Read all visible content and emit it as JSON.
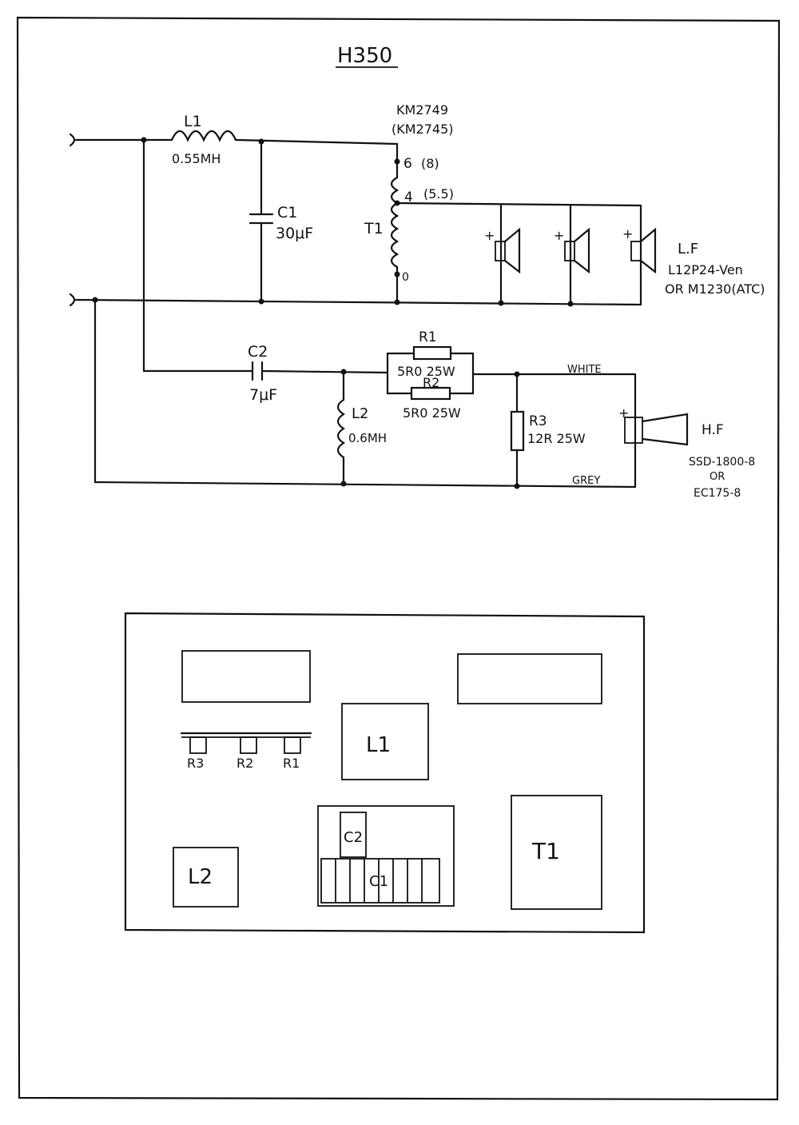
{
  "title": "H350",
  "transformer": {
    "label": "T1",
    "model": "KM2749",
    "model_alt": "(KM2745)",
    "tap_6": "6",
    "tap_6_alt": "(8)",
    "tap_4": "4",
    "tap_4_alt": "(5.5)",
    "tap_0": "0"
  },
  "components": {
    "L1": {
      "label": "L1",
      "value": "0.55MH"
    },
    "C1": {
      "label": "C1",
      "value": "30μF"
    },
    "C2": {
      "label": "C2",
      "value": "7μF"
    },
    "L2": {
      "label": "L2",
      "value": "0.6MH"
    },
    "R1": {
      "label": "R1",
      "value": "5R0 25W"
    },
    "R2": {
      "label": "R2",
      "value": "5R0 25W"
    },
    "R3": {
      "label": "R3",
      "value": "12R 25W"
    }
  },
  "lf": {
    "label": "L.F",
    "driver": "L12P24-Ven",
    "driver_alt": "OR M1230(ATC)",
    "plus": "+"
  },
  "hf": {
    "label": "H.F",
    "driver": "SSD-1800-8",
    "or": "OR",
    "driver_alt": "EC175-8",
    "plus": "+"
  },
  "wires": {
    "white": "WHITE",
    "grey": "GREY"
  },
  "layout_board": {
    "L1": "L1",
    "T1": "T1",
    "L2": "L2",
    "C2": "C2",
    "C1": "C1",
    "R3": "R3",
    "R2": "R2",
    "R1": "R1"
  }
}
